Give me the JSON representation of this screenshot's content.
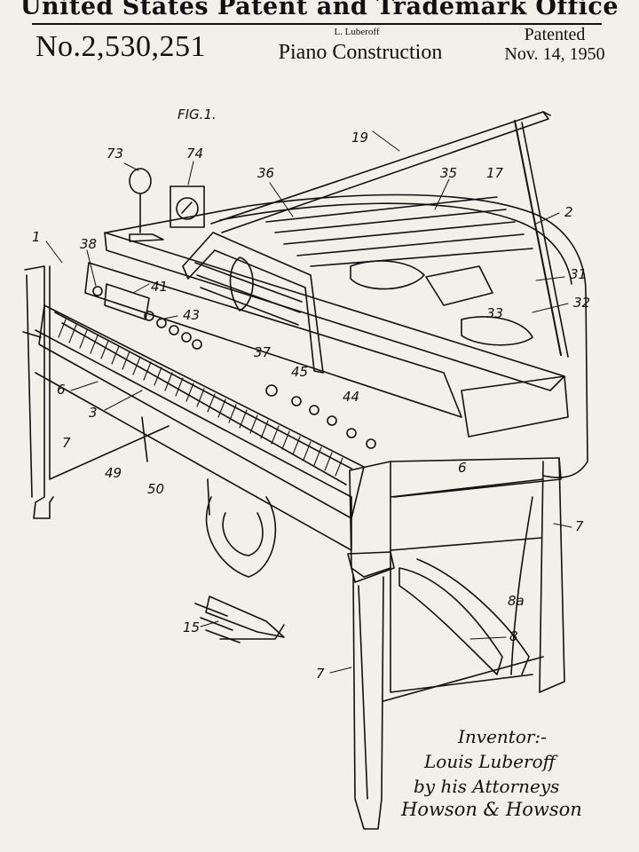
{
  "header": {
    "office": "United States Patent and Trademark Office",
    "patent_number": "No.2,530,251",
    "inventor_small": "L. Luberoff",
    "title": "Piano Construction",
    "patented_label": "Patented",
    "date": "Nov. 14, 1950"
  },
  "figure": {
    "label": "FIG.1.",
    "refs": {
      "r1": "1",
      "r2": "2",
      "r3": "3",
      "r6a": "6",
      "r6b": "6",
      "r7a": "7",
      "r7b": "7",
      "r7c": "7",
      "r8": "8",
      "r8a": "8a",
      "r15": "15",
      "r17": "17",
      "r19": "19",
      "r31": "31",
      "r32": "32",
      "r33": "33",
      "r35": "35",
      "r36": "36",
      "r37": "37",
      "r38": "38",
      "r41": "41",
      "r43": "43",
      "r44": "44",
      "r45": "45",
      "r49": "49",
      "r50": "50",
      "r73": "73",
      "r74": "74"
    }
  },
  "signature": {
    "line1": "Inventor:-",
    "line2": "Louis Luberoff",
    "line3": "by his Attorneys",
    "line4": "Howson & Howson"
  }
}
